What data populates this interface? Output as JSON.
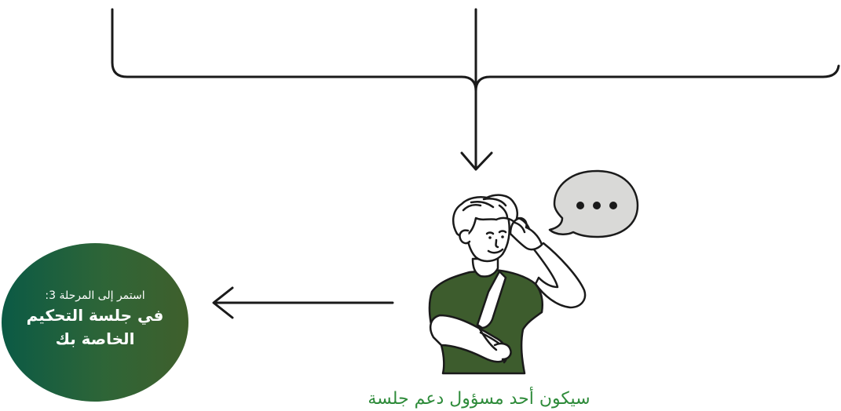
{
  "flowchart": {
    "colors": {
      "line": "#1a1a1a",
      "circle_gradient_start": "#0b5a45",
      "circle_gradient_end": "#3f5f2c",
      "shirt": "#3d5c2d",
      "speech_bubble": "#d9d9d7",
      "caption": "#2e8b3a"
    },
    "next_step": {
      "label": "استمر إلى المرحلة 3:",
      "title": "في جلسة التحكيم الخاصة بك"
    },
    "caption": "سيكون أحد مسؤول دعم جلسة",
    "icons": [
      "speech-bubble-icon",
      "person-with-arm-sling-illustration",
      "arrow-down-icon",
      "arrow-left-icon"
    ]
  }
}
